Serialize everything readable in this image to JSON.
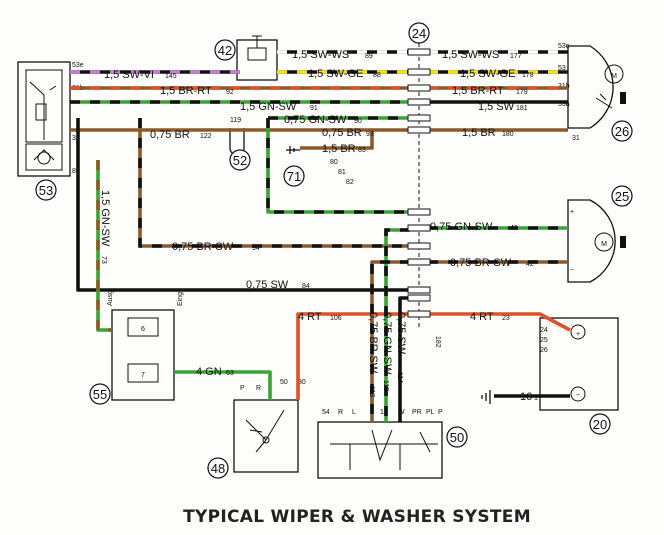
{
  "title": "TYPICAL WIPER & WASHER SYSTEM",
  "colors": {
    "brown": "#8b5a2b",
    "green": "#3aa335",
    "black": "#111111",
    "red": "#e0502a",
    "violet": "#c97bd0",
    "yellow": "#f3e21a",
    "white": "#ffffff"
  },
  "components": [
    {
      "id": "c53",
      "label": "53"
    },
    {
      "id": "c42",
      "label": "42"
    },
    {
      "id": "c24",
      "label": "24"
    },
    {
      "id": "c26",
      "label": "26"
    },
    {
      "id": "c52",
      "label": "52"
    },
    {
      "id": "c71",
      "label": "71"
    },
    {
      "id": "c25",
      "label": "25"
    },
    {
      "id": "c55",
      "label": "55"
    },
    {
      "id": "c48",
      "label": "48"
    },
    {
      "id": "c50",
      "label": "50"
    },
    {
      "id": "c20",
      "label": "20"
    }
  ],
  "wire_labels": [
    "1,5 SW-VI",
    "1,5 SW-WS",
    "1,5 SW-WS",
    "1,5 SW-GE",
    "1,5 SW-GE",
    "1,5 BR-RT",
    "1,5 BR-RT",
    "1,5 GN-SW",
    "1,5 SW",
    "0,75 GN-SW",
    "0,75 BR",
    "0,75 BR",
    "1,5 BR",
    "1,5 BR",
    "0,75 GN-SW",
    "0,75 BR-SW",
    "0,75 BR-SW",
    "0,75 SW",
    "4 RT",
    "4 RT",
    "1,5 GN-SW",
    "4 GN",
    "0,75 SW",
    "0,75 GN-SW",
    "0,75 BR-SW",
    "16"
  ],
  "wire_numbers": [
    "145",
    "89",
    "177",
    "88",
    "178",
    "92",
    "179",
    "91",
    "181",
    "90",
    "122",
    "93",
    "180",
    "119",
    "83",
    "80",
    "81",
    "82",
    "43",
    "94",
    "42",
    "84",
    "106",
    "23",
    "73",
    "63",
    "114",
    "115",
    "113",
    "182",
    "24",
    "25",
    "26",
    "1"
  ],
  "terminals": {
    "c53": [
      "53e",
      "31b",
      "",
      "",
      "31",
      "85"
    ],
    "c26": [
      "53e",
      "53",
      "31b",
      "53a",
      "31"
    ],
    "c25": [
      "+",
      "−"
    ],
    "c55": [
      "Ausg",
      "Eing",
      "6",
      "7"
    ],
    "c48": [
      "P",
      "R",
      "L",
      "50",
      "30"
    ],
    "c50": [
      "54",
      "R",
      "L",
      "15",
      "W",
      "PR",
      "PL",
      "P"
    ],
    "c20": [
      "+",
      "−"
    ]
  }
}
